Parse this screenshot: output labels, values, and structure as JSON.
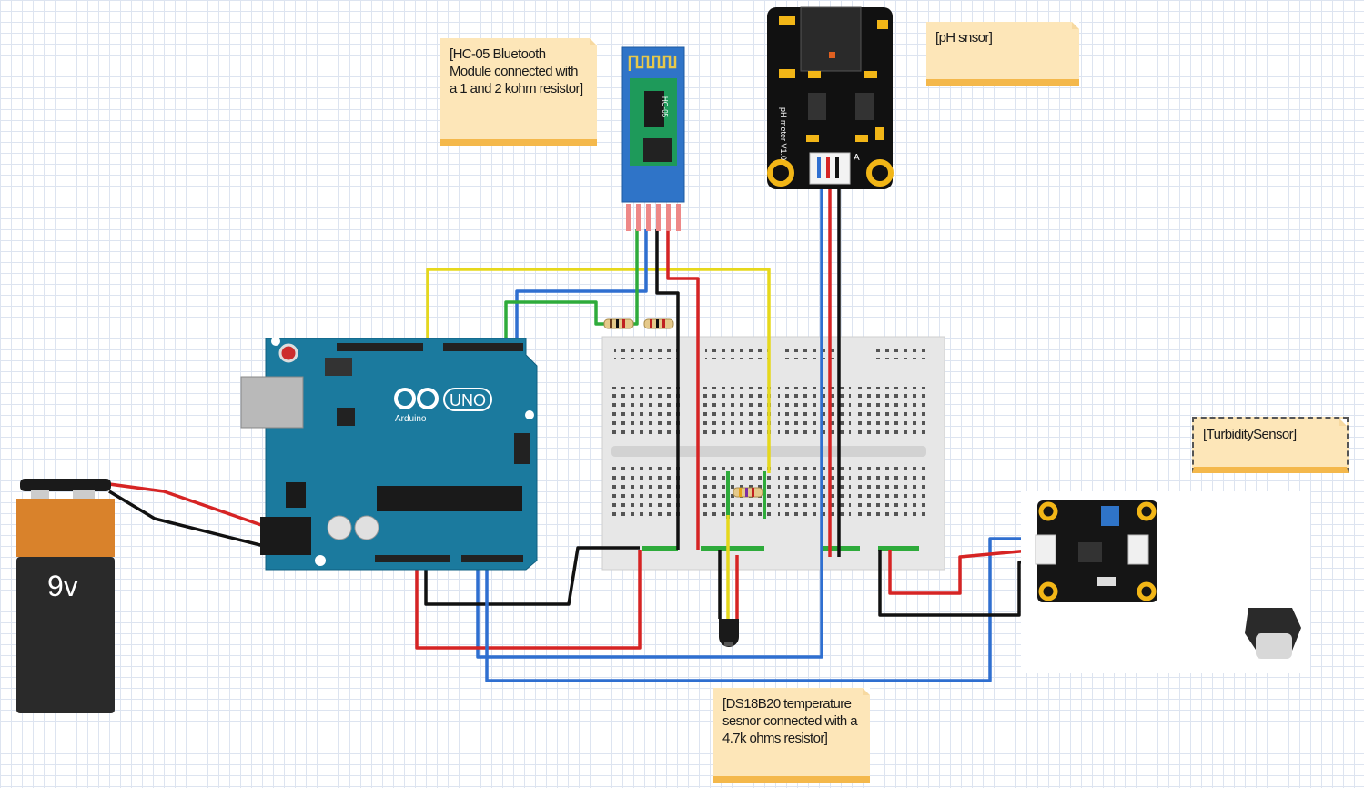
{
  "notes": {
    "bluetooth": "[HC-05 Bluetooth Module connected with a 1 and 2 kohm resistor]",
    "ph": "[pH snsor]",
    "turbidity": "[TurbiditySensor]",
    "temperature": "[DS18B20 temperature sesnor connected with a 4.7k ohms resistor]"
  },
  "labels": {
    "battery": "9v",
    "arduino_model": "UNO",
    "arduino_brand": "Arduino",
    "ph_board": "pH meter V1.0",
    "hc05": "HC-05",
    "ph_connector": "A"
  },
  "colors": {
    "arduino": "#1b7a9e",
    "wire_red": "#d62424",
    "wire_black": "#111111",
    "wire_blue": "#2f6fd0",
    "wire_green": "#2eab3b",
    "wire_yellow": "#e6d81c",
    "note_bg": "#fde6b8",
    "note_bar": "#f4b84b"
  },
  "icons": [
    "battery-icon",
    "arduino-logo-icon",
    "usb-connector-icon",
    "dc-jack-icon",
    "temperature-probe-icon",
    "turbidity-probe-icon"
  ]
}
